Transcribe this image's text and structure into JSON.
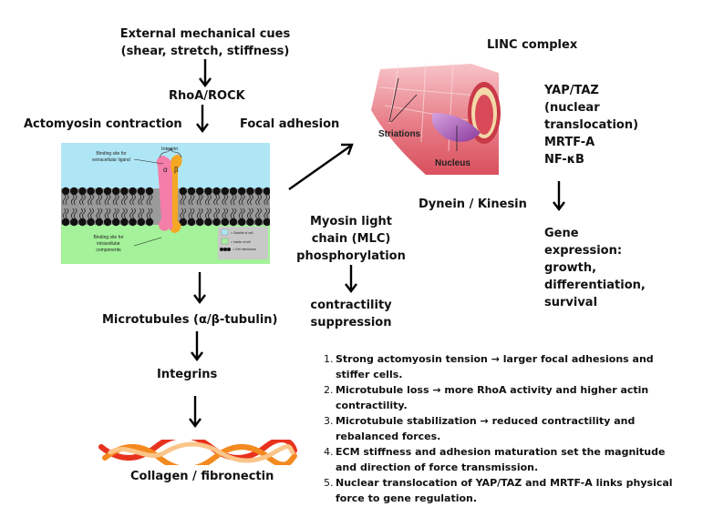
{
  "diagram": {
    "title_lines": [
      "External mechanical cues",
      "(shear, stretch, stiffness)"
    ],
    "rhoa": "RhoA/ROCK",
    "actomyosin": "Actomyosin contraction",
    "focal_adhesion": "Focal adhesion",
    "microtubules": "Microtubules (α/β-tubulin)",
    "integrins": "Integrins",
    "collagen": "Collagen / fibronectin",
    "linc": "LINC complex",
    "dynein": "Dynein / Kinesin",
    "mlc_lines": [
      "Myosin light",
      "chain (MLC)",
      "phosphorylation"
    ],
    "suppression_lines": [
      "contractility",
      "suppression"
    ],
    "nuclear_factors": [
      "YAP/TAZ",
      "(nuclear",
      "translocation)",
      "MRTF-A",
      "NF-κB"
    ],
    "gene_lines": [
      "Gene",
      "expression:",
      "growth,",
      "differentiation,",
      "survival"
    ]
  },
  "integrin_figure": {
    "title": "Integrin",
    "alpha": "α",
    "beta": "β",
    "extracellular_label": [
      "Binding site for",
      "extracellular ligand"
    ],
    "intracellular_label": [
      "Binding site for",
      "intracellular",
      "components"
    ],
    "legend": [
      "= Outside of cell",
      "= Inside of cell",
      "= Cell membrane"
    ],
    "colors": {
      "outside": "#aee6f5",
      "inside": "#a4f29a",
      "membrane": "#9a9a9a",
      "alpha": "#f47ea8",
      "beta": "#f5a623"
    }
  },
  "muscle_figure": {
    "striations": "Striations",
    "nucleus": "Nucleus"
  },
  "notes": [
    {
      "num": "1.",
      "text": "Strong actomyosin tension → larger focal adhesions and stiffer cells."
    },
    {
      "num": "2.",
      "text": "Microtubule loss → more RhoA activity and higher actin contractility."
    },
    {
      "num": "3.",
      "text": "Microtubule stabilization → reduced contractility and rebalanced forces."
    },
    {
      "num": "4.",
      "text": "ECM stiffness and adhesion maturation set the magnitude and direction of force transmission."
    },
    {
      "num": "5.",
      "text": "Nuclear translocation of YAP/TAZ and MRTF-A links physical force to gene regulation."
    }
  ]
}
